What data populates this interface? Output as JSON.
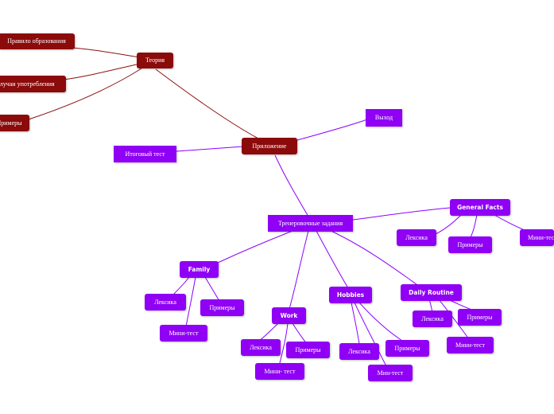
{
  "nodes": {
    "pravilo": "Правило образования",
    "teoriya": "Теория",
    "sluchai": "Случаи употребления",
    "primery_theory": "Примеры",
    "vyhod": "Выход",
    "itogoviy": "Итоговый   тест",
    "prilozhenie": "Приложение",
    "trenirovochnye": "Тренеровочные задания",
    "general_facts": "General Facts",
    "gf_leksika": "Лексика",
    "gf_primery": "Примеры",
    "gf_mini": "Мини-тест",
    "family": "Family",
    "family_leksika": "Лексика",
    "family_primery": "Примеры",
    "family_mini": "Мини-тест",
    "work": "Work",
    "work_leksika": "Лексика",
    "work_primery": "Примеры",
    "work_mini": "Мини- тест",
    "hobbies": "Hobbies",
    "hobbies_leksika": "Лексика",
    "hobbies_primery": "Примеры",
    "hobbies_mini": "Мин-тест",
    "daily_routine": "Daily Routine",
    "daily_leksika": "Лексика",
    "daily_primery": "Примеры",
    "daily_mini": "Мини-тест"
  },
  "colors": {
    "theory_nodes": "#8b0a0a",
    "app_nodes": "#8f00f5",
    "theory_lines": "#8b1010",
    "app_lines": "#8a00ff"
  }
}
